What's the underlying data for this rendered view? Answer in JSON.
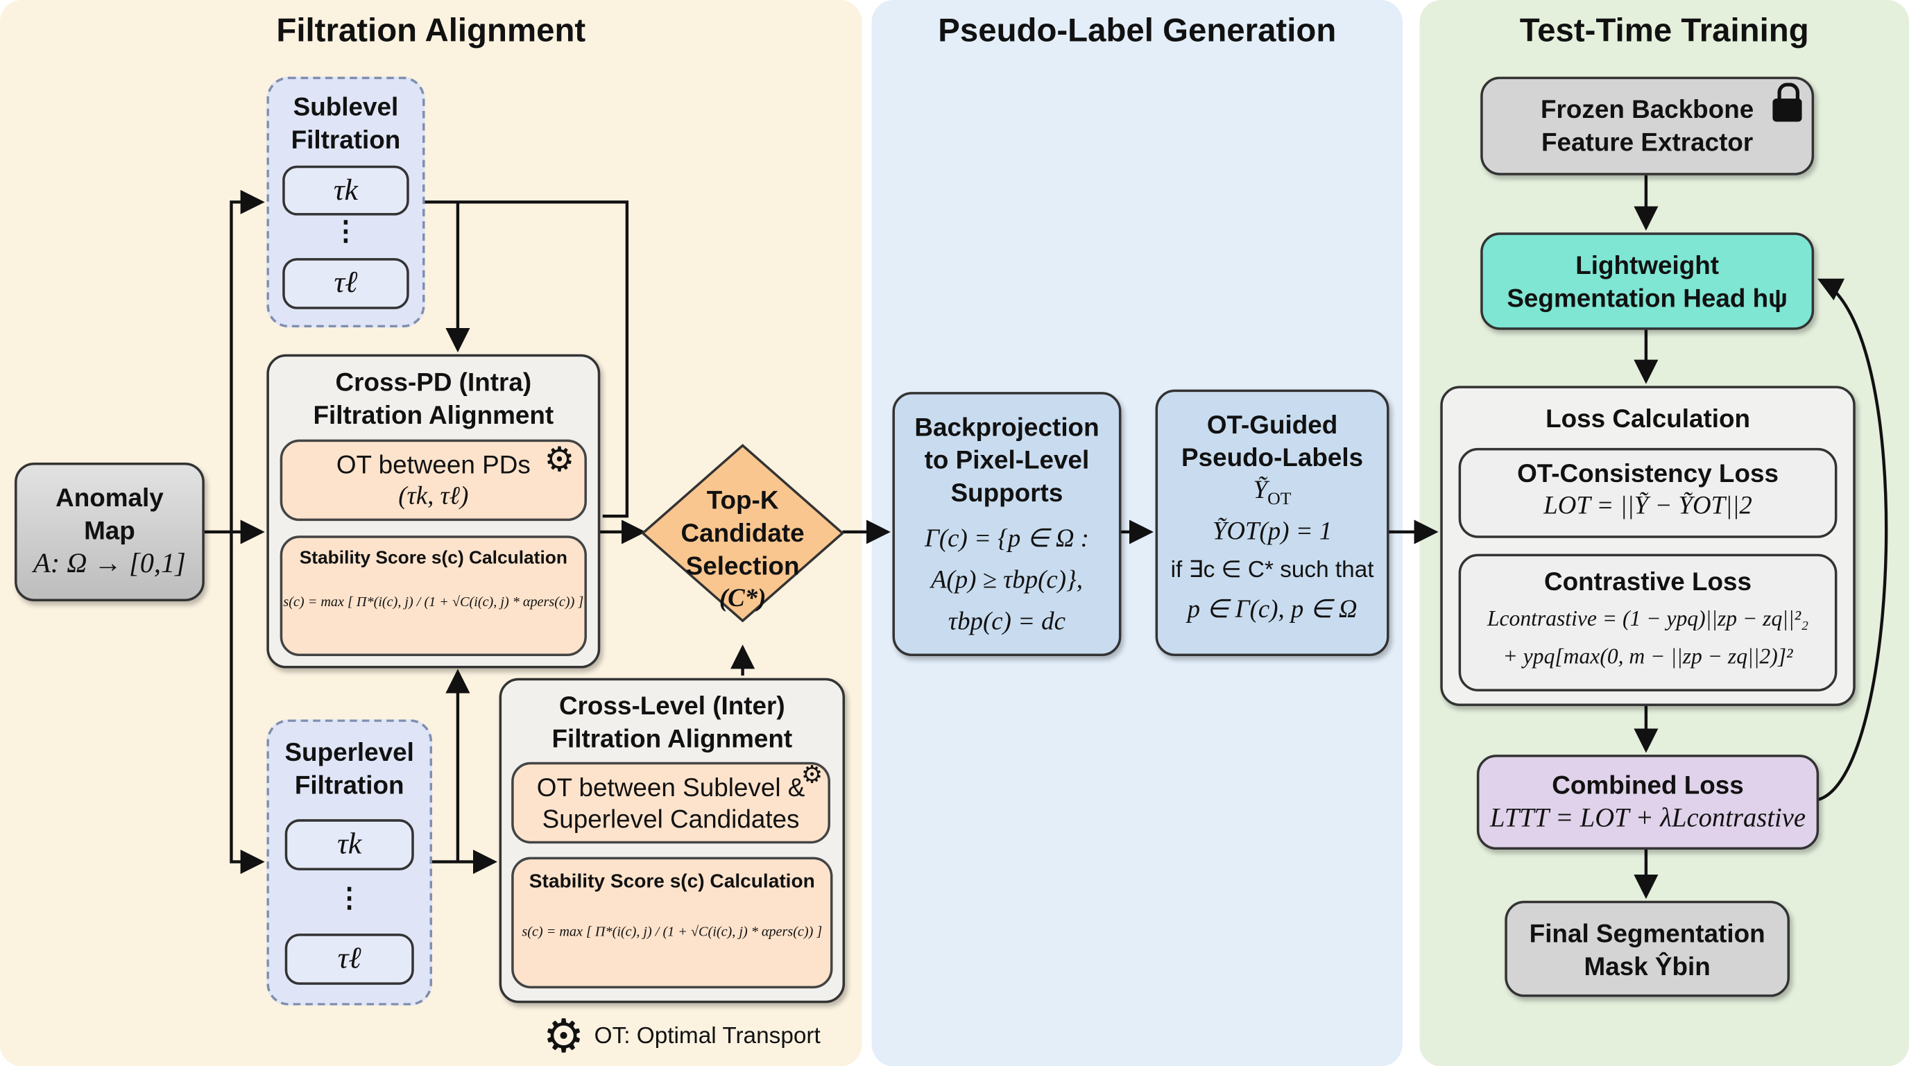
{
  "panels": {
    "filtration": {
      "title": "Filtration Alignment",
      "color": "#fbf2e0"
    },
    "pseudo": {
      "title": "Pseudo-Label Generation",
      "color": "#e3eef9"
    },
    "ttt": {
      "title": "Test-Time Training",
      "color": "#e4efdc"
    }
  },
  "anomaly_map": {
    "line1": "Anomaly",
    "line2": "Map",
    "formula": "A: Ω → [0,1]"
  },
  "sublevel": {
    "line1": "Sublevel",
    "line2": "Filtration",
    "tau_k": "τk",
    "tau_l": "τℓ",
    "dots": "⋮"
  },
  "superlevel": {
    "line1": "Superlevel",
    "line2": "Filtration",
    "tau_k": "τk",
    "tau_l": "τℓ",
    "dots": "⋮"
  },
  "cross_pd": {
    "line1": "Cross-PD (Intra)",
    "line2": "Filtration Alignment",
    "ot_label": "OT between PDs",
    "ot_formula": "(τk, τℓ)",
    "stability_title": "Stability Score s(c) Calculation",
    "stability_formula": "s(c) = max [ Π*(i(c), j) / (1 + √C(i(c), j) * αpers(c)) ]"
  },
  "cross_level": {
    "line1": "Cross-Level (Inter)",
    "line2": "Filtration Alignment",
    "ot_line1": "OT between Sublevel &",
    "ot_line2": "Superlevel Candidates",
    "stability_title": "Stability Score s(c) Calculation",
    "stability_formula": "s(c) = max [ Π*(i(c), j) / (1 + √C(i(c), j) * αpers(c)) ]"
  },
  "topk": {
    "line1": "Top-K",
    "line2": "Candidate",
    "line3": "Selection",
    "line4": "(C*)",
    "color": "#f9c68f"
  },
  "backprojection": {
    "line1": "Backprojection",
    "line2": "to Pixel-Level",
    "line3": "Supports",
    "f1": "Γ(c) = {p ∈ Ω :",
    "f2": "A(p) ≥ τbp(c)},",
    "f3": "τbp(c) = dc"
  },
  "ot_guided": {
    "line1": "OT-Guided",
    "line2": "Pseudo-Labels",
    "sym": "Ỹ",
    "sym_sub": "OT",
    "f1": "ỸOT(p) = 1",
    "f2": "if ∃c ∈ C* such that",
    "f3": "p ∈ Γ(c), p ∈ Ω"
  },
  "frozen": {
    "line1": "Frozen Backbone",
    "line2": "Feature Extractor",
    "icon": "lock-icon"
  },
  "head": {
    "line1": "Lightweight",
    "line2": "Segmentation Head hψ",
    "color": "#7fe6d4"
  },
  "loss": {
    "title": "Loss Calculation",
    "ot_title": "OT-Consistency Loss",
    "ot_formula": "LOT = ||Ỹ − ỸOT||2",
    "con_title": "Contrastive Loss",
    "con_f1": "Lcontrastive = (1 − ypq)||zp − zq||²₂",
    "con_f2": "+ ypq[max(0, m − ||zp − zq||2)]²"
  },
  "combined": {
    "title": "Combined Loss",
    "formula": "LTTT = LOT + λLcontrastive",
    "color": "#e0d2ea"
  },
  "final": {
    "line1": "Final Segmentation",
    "line2": "Mask Ŷbin"
  },
  "legend": {
    "icon": "gear-icon",
    "text": "OT: Optimal Transport"
  }
}
